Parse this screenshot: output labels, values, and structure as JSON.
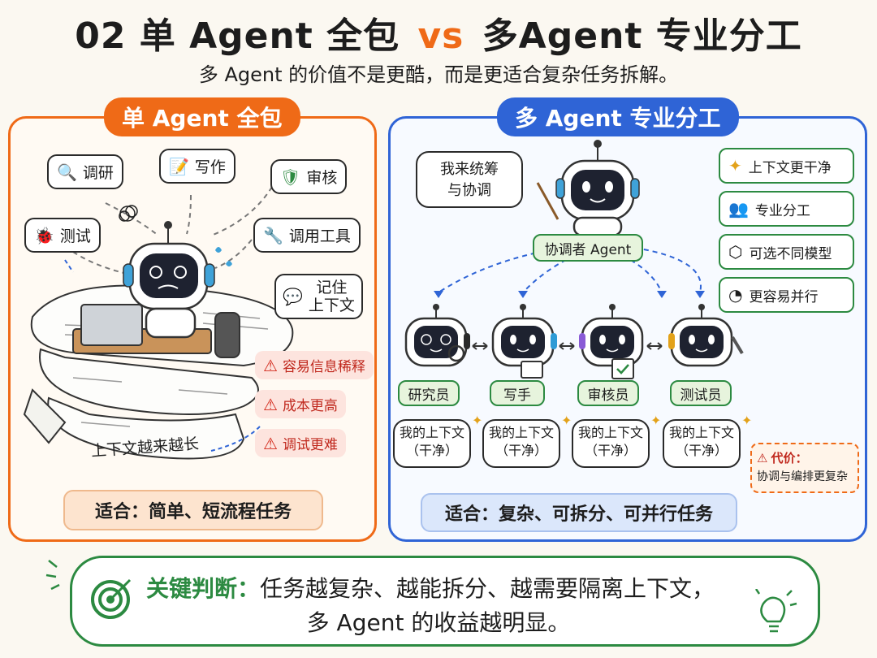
{
  "title": {
    "left": "02 单 Agent 全包",
    "vs": "vs",
    "right": "多Agent 专业分工"
  },
  "subtitle": "多 Agent 的价值不是更酷，而是更适合复杂任务拆解。",
  "left_panel": {
    "header": "单 Agent 全包",
    "tasks": [
      {
        "label": "调研",
        "icon": "magnifier-icon"
      },
      {
        "label": "写作",
        "icon": "pencil-document-icon"
      },
      {
        "label": "审核",
        "icon": "shield-check-icon"
      },
      {
        "label": "测试",
        "icon": "bug-icon"
      },
      {
        "label": "调用工具",
        "icon": "wrench-icon"
      },
      {
        "label": "记住\n上下文",
        "line1": "记住",
        "line2": "上下文",
        "icon": "chat-bubble-icon"
      }
    ],
    "scroll_label": "上下文越来越长",
    "warnings": [
      "容易信息稀释",
      "成本更高",
      "调试更难"
    ],
    "fit": "适合：简单、短流程任务"
  },
  "right_panel": {
    "header": "多 Agent 专业分工",
    "coordinator_bubble": {
      "line1": "我来统筹",
      "line2": "与协调"
    },
    "coordinator_label": "协调者 Agent",
    "benefits": [
      {
        "label": "上下文更干净",
        "icon": "sparkle-icon"
      },
      {
        "label": "专业分工",
        "icon": "people-icon"
      },
      {
        "label": "可选不同模型",
        "icon": "cube-icon"
      },
      {
        "label": "更容易并行",
        "icon": "speedometer-icon"
      }
    ],
    "agents": [
      {
        "label": "研究员",
        "accent": "#2a2a2a"
      },
      {
        "label": "写手",
        "accent": "#2e9bd6"
      },
      {
        "label": "审核员",
        "accent": "#8a5bd6"
      },
      {
        "label": "测试员",
        "accent": "#e3a21a"
      }
    ],
    "context_bubble": {
      "line1": "我的上下文",
      "line2": "（干净）"
    },
    "cost": {
      "title": "代价：",
      "text": "协调与编排更复杂"
    },
    "fit": "适合：复杂、可拆分、可并行任务"
  },
  "key_judgment": {
    "label": "关键判断：",
    "line1": "任务越复杂、越能拆分、越需要隔离上下文，",
    "line2": "多 Agent 的收益越明显。"
  },
  "colors": {
    "orange": "#ef6a17",
    "blue": "#2f64d6",
    "green": "#2c8a41",
    "red": "#d32a1c"
  }
}
